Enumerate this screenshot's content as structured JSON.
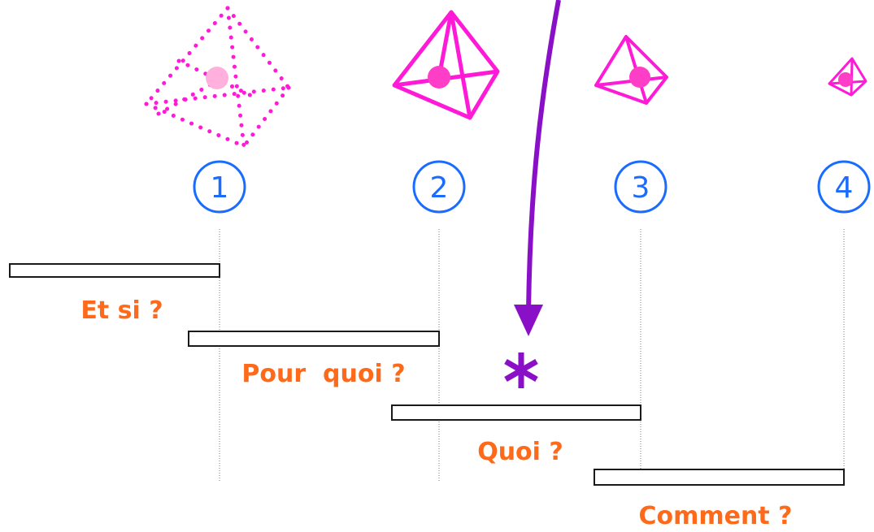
{
  "colors": {
    "shape": "#ff1ad8",
    "center_dot": "#ff3ec8",
    "center_dot_faint": "#ffb0dc",
    "number": "#1a6cff",
    "label": "#ff6a1a",
    "arrow": "#8a10c8",
    "bar_outline": "#1a1a1a",
    "guide_line": "#7a7a7a"
  },
  "steps": [
    {
      "number": "1",
      "label": "Et si ?",
      "icon": "dotted-tetrahedron-icon"
    },
    {
      "number": "2",
      "label": "Pour  quoi ?",
      "icon": "tetrahedron-large-icon"
    },
    {
      "number": "3",
      "label": "Quoi ?",
      "icon": "tetrahedron-medium-icon"
    },
    {
      "number": "4",
      "label": "Comment ?",
      "icon": "tetrahedron-small-icon"
    }
  ],
  "marker": {
    "icon": "asterisk-icon"
  },
  "arrow": {
    "icon": "curved-arrow-icon"
  }
}
